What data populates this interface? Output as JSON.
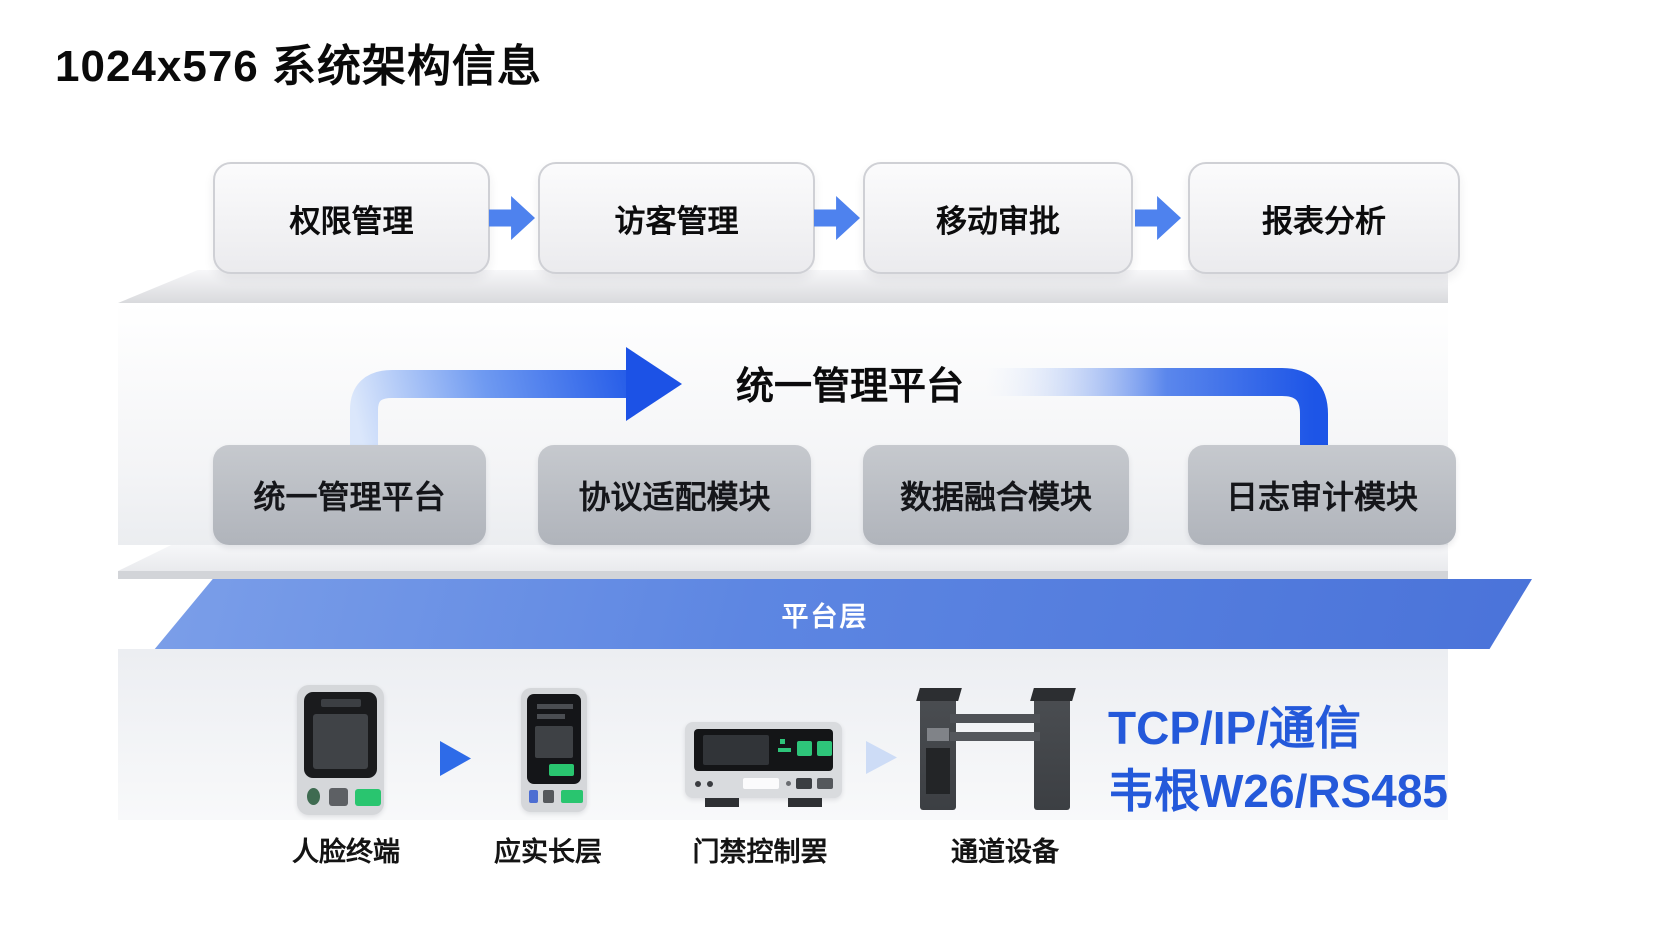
{
  "title": "1024x576 系统架构信息",
  "app_layer": {
    "modules": [
      {
        "label": "权限管理"
      },
      {
        "label": "访客管理"
      },
      {
        "label": "移动审批"
      },
      {
        "label": "报表分析"
      }
    ]
  },
  "middle": {
    "platform_label": "统一管理平台"
  },
  "platform_layer": {
    "modules": [
      {
        "label": "统一管理平台"
      },
      {
        "label": "协议适配模块"
      },
      {
        "label": "数据融合模块"
      },
      {
        "label": "日志审计模块"
      }
    ],
    "banner_label": "平台层"
  },
  "device_layer": {
    "devices": [
      {
        "icon": "face-terminal-icon",
        "label": "人脸终端"
      },
      {
        "icon": "vertical-terminal-icon",
        "label": "应实长层"
      },
      {
        "icon": "access-controller-icon",
        "label": "门禁控制罢"
      },
      {
        "icon": "turnstile-gate-icon",
        "label": "通道设备"
      }
    ],
    "protocol_line1": "TCP/IP/通信",
    "protocol_line2": "韦根W26/RS485"
  },
  "colors": {
    "accent_blue": "#2257e8",
    "small_arrow_blue": "#4e82ee",
    "banner_blue": "#5d86e2",
    "module_gray": "#b8bcc3",
    "protocol_text_blue": "#2459da",
    "status_green": "#29c56f"
  }
}
